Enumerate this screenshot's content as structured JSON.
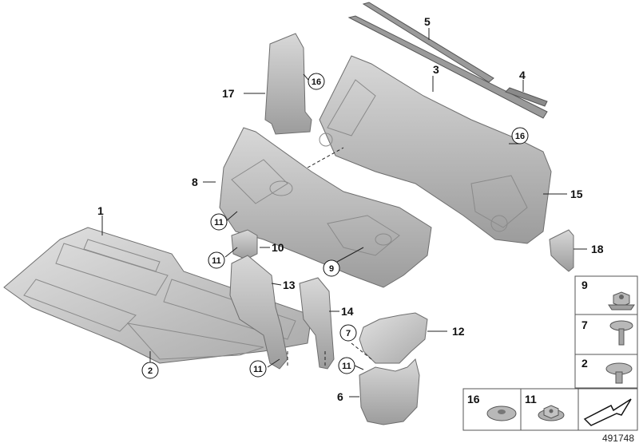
{
  "labels": {
    "p1": "1",
    "p2": "2",
    "p3": "3",
    "p4": "4",
    "p5": "5",
    "p6": "6",
    "p7": "7",
    "p8": "8",
    "p9": "9",
    "p10": "10",
    "p11a": "11",
    "p11b": "11",
    "p11c": "11",
    "p11d": "11",
    "p12": "12",
    "p13": "13",
    "p14": "14",
    "p15": "15",
    "p16": "16",
    "p17": "17",
    "p18": "18"
  },
  "legend": {
    "item9": "9",
    "item7": "7",
    "item2": "2",
    "item16": "16",
    "item11": "11"
  },
  "diagram_number": "491748",
  "colors": {
    "part_fill": "#c9c9c9",
    "part_stroke": "#6e6e6e",
    "line": "#222222"
  }
}
